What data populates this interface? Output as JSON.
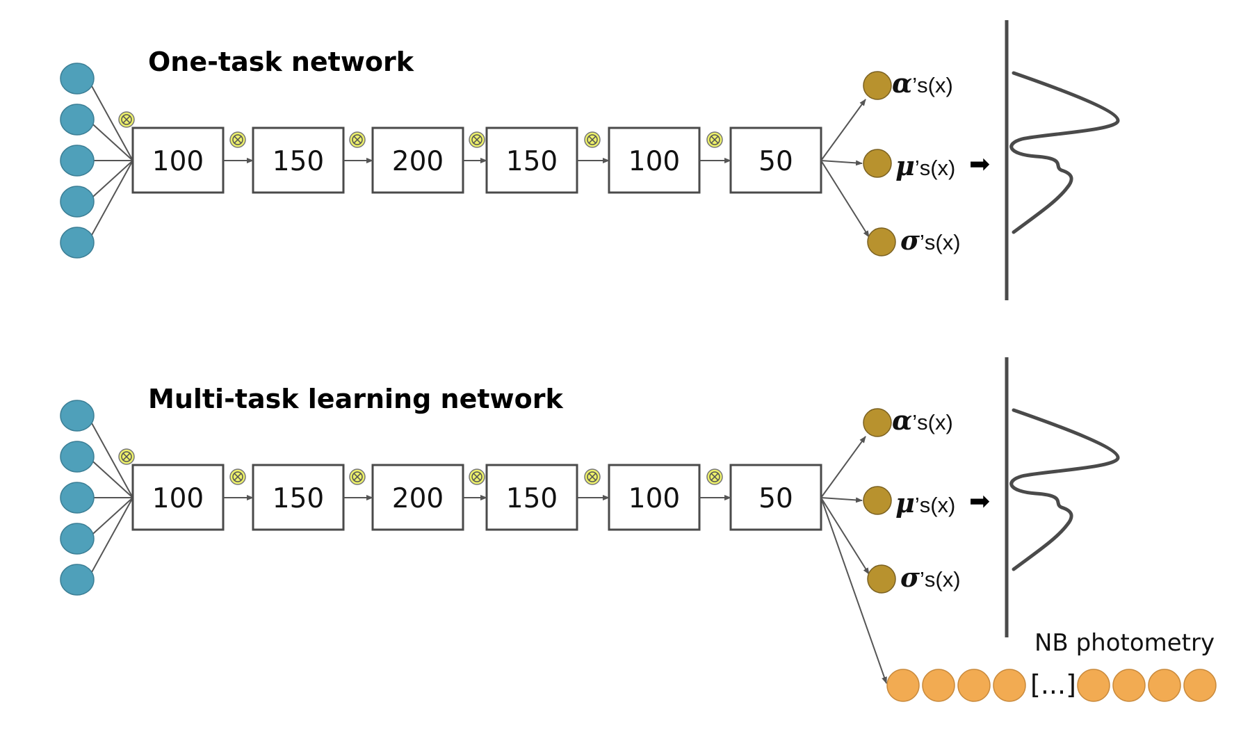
{
  "colors": {
    "input_node": "#4fa0ba",
    "output_node": "#b8922e",
    "photometry_node": "#f2ab52",
    "dropout": "#eef26a",
    "line": "#555555",
    "box_border": "#4a4a4a"
  },
  "icons": {
    "dropout": "circled-times-icon",
    "big_arrow": "right-arrow-icon"
  },
  "networks": [
    {
      "title": "One-task network",
      "layers": [
        "100",
        "150",
        "200",
        "150",
        "100",
        "50"
      ],
      "outputs": [
        {
          "symbol": "α",
          "suffix": "’s(x)"
        },
        {
          "symbol": "μ",
          "suffix": "’s(x)"
        },
        {
          "symbol": "σ",
          "suffix": "’s(x)"
        }
      ],
      "big_arrow": "➡"
    },
    {
      "title": "Multi-task learning network",
      "layers": [
        "100",
        "150",
        "200",
        "150",
        "100",
        "50"
      ],
      "outputs": [
        {
          "symbol": "α",
          "suffix": "’s(x)"
        },
        {
          "symbol": "μ",
          "suffix": "’s(x)"
        },
        {
          "symbol": "σ",
          "suffix": "’s(x)"
        }
      ],
      "big_arrow": "➡",
      "photometry_label": "NB photometry",
      "photometry_ellipsis": "[...]"
    }
  ]
}
